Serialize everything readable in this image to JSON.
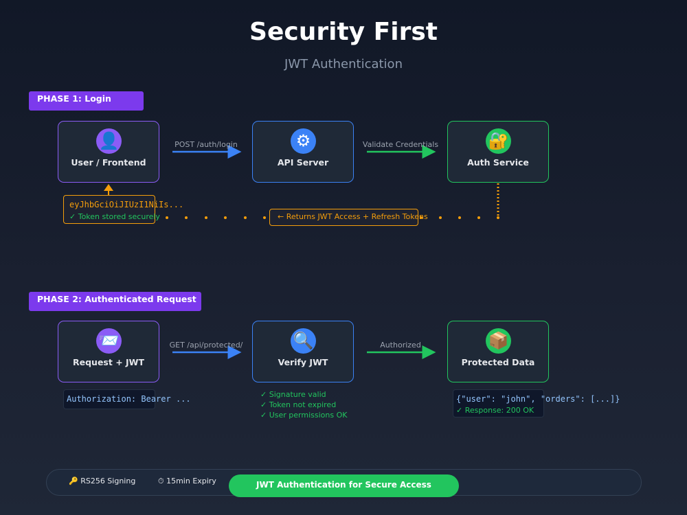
{
  "title": "Security First",
  "subtitle": "JWT Authentication",
  "phase1": {
    "label": "PHASE 1: Login",
    "nodes": [
      {
        "icon": "👤",
        "label": "User / Frontend"
      },
      {
        "icon": "⚙",
        "label": "API Server"
      },
      {
        "icon": "🔐",
        "label": "Auth Service"
      }
    ],
    "edges": [
      "POST /auth/login",
      "Validate Credentials"
    ],
    "token": "eyJhbGciOiJIUzI1NiIs...",
    "token_status": "✓ Token stored securely",
    "return_label": "← Returns JWT Access + Refresh Tokens"
  },
  "phase2": {
    "label": "PHASE 2: Authenticated Request",
    "nodes": [
      {
        "icon": "📨",
        "label": "Request + JWT"
      },
      {
        "icon": "🔍",
        "label": "Verify JWT"
      },
      {
        "icon": "📦",
        "label": "Protected Data"
      }
    ],
    "edges": [
      "GET /api/protected/",
      "Authorized"
    ],
    "auth_header": "Authorization: Bearer ...",
    "checks": [
      "✓ Signature valid",
      "✓ Token not expired",
      "✓ User permissions OK"
    ],
    "response_body": "{\"user\": \"john\", \"orders\": [...]}",
    "response_status": "✓ Response: 200 OK"
  },
  "footer": {
    "item1": "🔑 RS256 Signing",
    "item2": "⏱ 15min Expiry",
    "banner": "JWT Authentication for Secure Access"
  },
  "colors": {
    "purple": "#8b5cf6",
    "blue": "#3b82f6",
    "green": "#22c55e",
    "amber": "#f59e0b"
  }
}
